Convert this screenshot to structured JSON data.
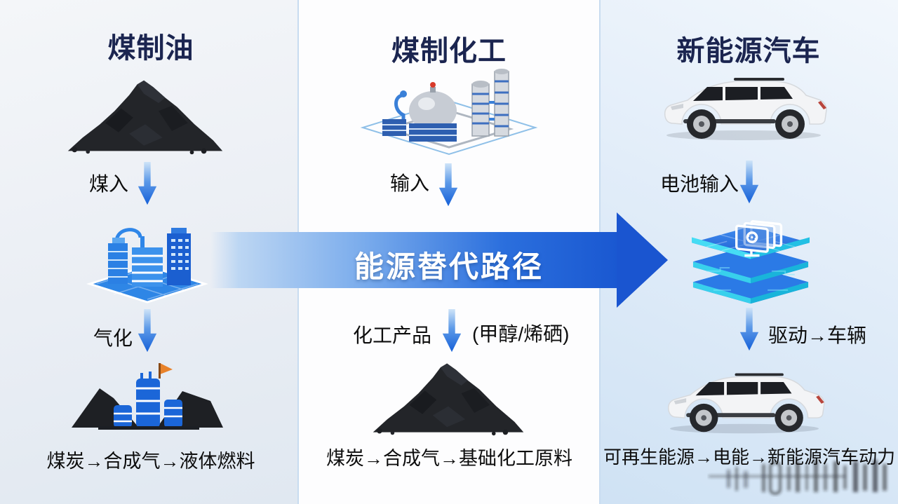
{
  "banner": {
    "label": "能源替代路径"
  },
  "columns": [
    {
      "title": "煤制油",
      "input_label": "煤入",
      "process_label": "气化",
      "bottom_text": "煤炭→合成气→液体燃料"
    },
    {
      "title": "煤制化工",
      "input_label": "输入",
      "product_label": "化工产品",
      "product_note": "(甲醇/烯硒)",
      "bottom_text": "煤炭→合成气→基础化工原料"
    },
    {
      "title": "新能源汽车",
      "input_label": "电池输入",
      "drive_label": "驱动→车辆",
      "bottom_text": "可再生能源→电能→新能源汽车动力"
    }
  ],
  "icons": {
    "col1_top": "coal-pile-icon",
    "col1_mid": "gasification-plant-icon",
    "col1_bottom": "refinery-icon",
    "col2_top": "chemical-plant-icon",
    "col2_bottom": "coal-pile-icon",
    "col3_top": "suv-car-icon",
    "col3_mid": "compute-layers-icon",
    "col3_bottom": "suv-car-icon"
  },
  "colors": {
    "title_navy": "#1b2550",
    "text_black": "#0d0d0d",
    "arrow_blue_light": "#cfe4f8",
    "arrow_blue_dark": "#1560d8",
    "banner_blue": "#1a55d0",
    "banner_text": "#ffffff",
    "teal_edge": "#4fe0f2",
    "platform_blue": "#2e7fe8",
    "coal_dark": "#232529",
    "flag_orange": "#e8822a"
  }
}
